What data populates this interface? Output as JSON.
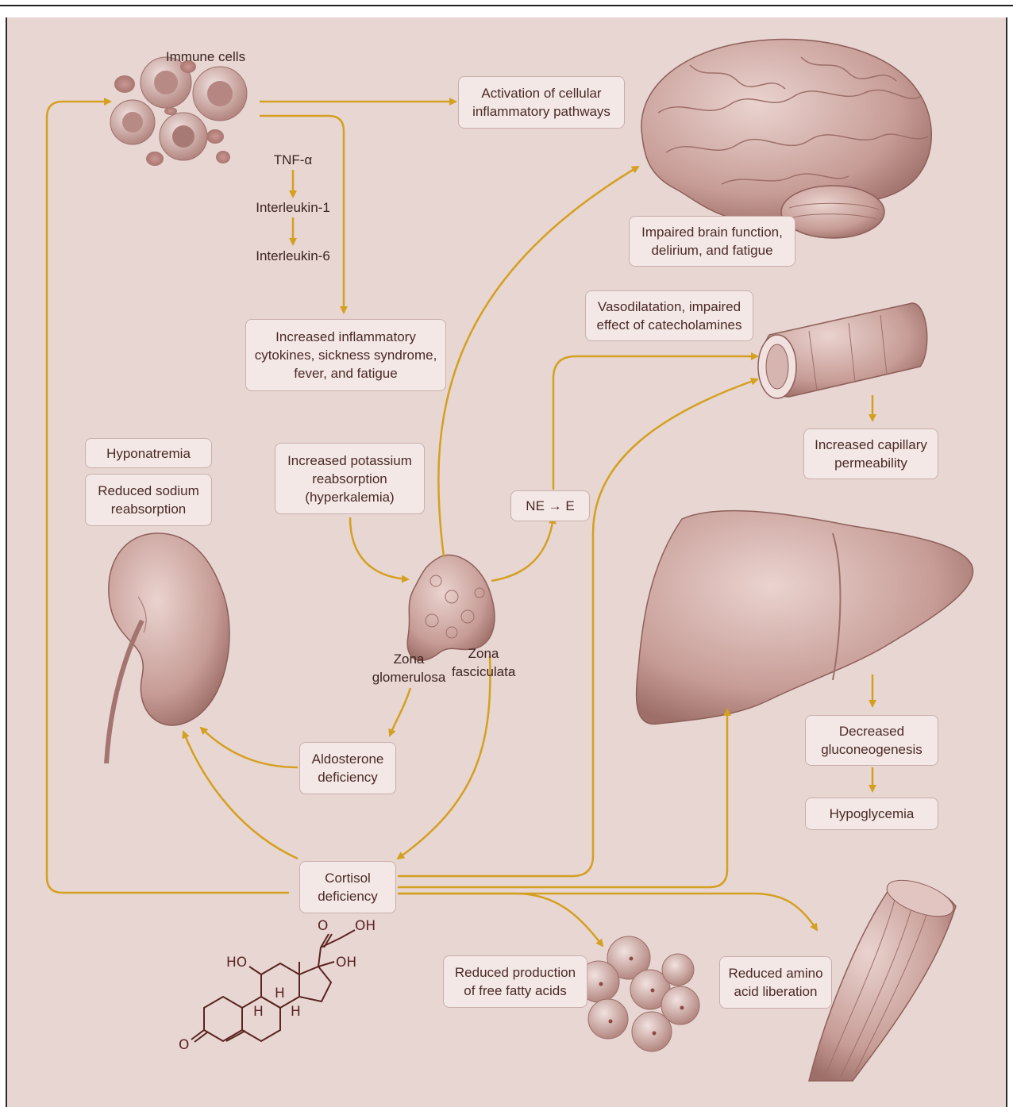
{
  "immune_cells": "Immune cells",
  "tnf": "TNF-α",
  "il1": "Interleukin-1",
  "il6": "Interleukin-6",
  "activation": "Activation of cellular\ninflammatory pathways",
  "cytokines": "Increased inflammatory\ncytokines, sickness syndrome,\nfever, and fatigue",
  "brain": "Impaired brain function,\ndelirium, and fatigue",
  "vasodilatation": "Vasodilatation, impaired\neffect of catecholamines",
  "capillary": "Increased capillary\npermeability",
  "hyponatremia": "Hyponatremia",
  "sodium": "Reduced sodium\nreabsorption",
  "potassium": "Increased potassium\nreabsorption\n(hyperkalemia)",
  "ne_e": "NE → E",
  "zona_fasciculata": "Zona\nfasciculata",
  "zona_glomerulosa": "Zona\nglomerulosa",
  "aldosterone": "Aldosterone\ndeficiency",
  "cortisol": "Cortisol\ndeficiency",
  "gluconeogenesis": "Decreased\ngluconeogenesis",
  "hypoglycemia": "Hypoglycemia",
  "fatty_acids": "Reduced production\nof free fatty acids",
  "amino_acids": "Reduced amino\nacid liberation",
  "chem": {
    "oh_top": "OH",
    "o_top": "O",
    "ho": "HO",
    "oh_side": "OH",
    "h1": "H",
    "h2": "H",
    "h3": "H",
    "o_ketone": "O"
  },
  "colors": {
    "arrow": "#d4a020",
    "background": "#e8d6d3",
    "box_fill": "#f3e8e6",
    "box_text": "#4b2a26"
  }
}
